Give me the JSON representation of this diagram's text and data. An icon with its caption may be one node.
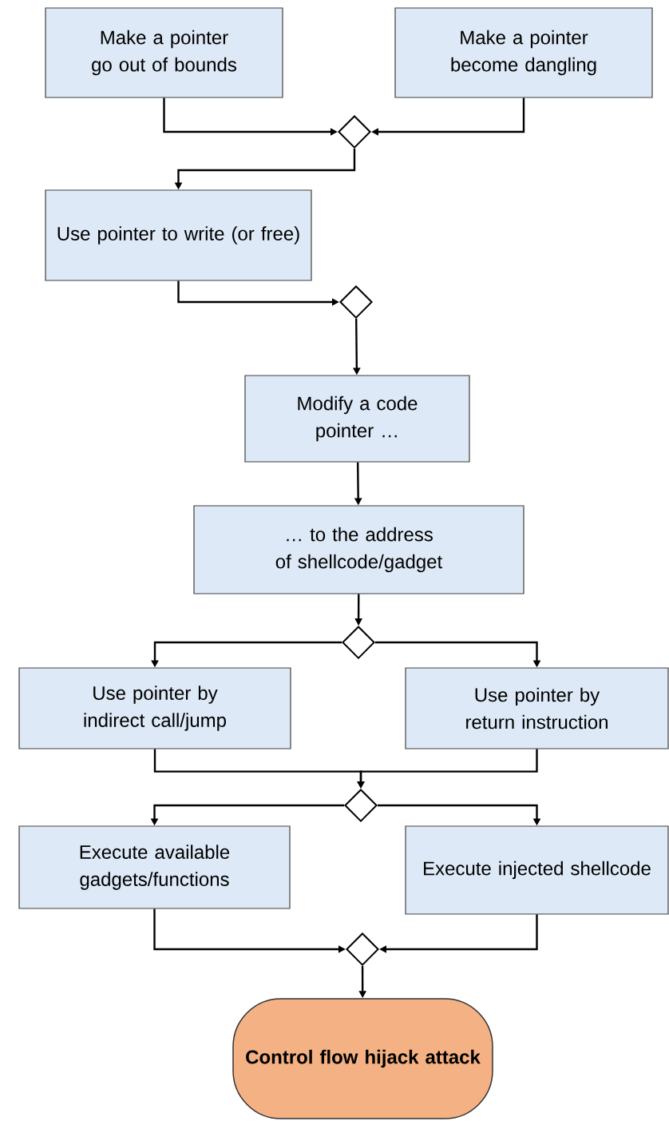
{
  "diagram": {
    "nodes": [
      {
        "text": [
          "Make a pointer go out of bounds"
        ]
      },
      {
        "text": [
          "Make a pointer become dangling"
        ]
      },
      {
        "text": [],
        "shape": "diamond"
      },
      {
        "text": [
          "Use pointer to write (or free)"
        ]
      },
      {
        "text": [],
        "shape": "diamond"
      },
      {
        "text": [
          "Modify a code pointer …"
        ]
      },
      {
        "text": [
          "… to the address of shellcode/gadget"
        ]
      },
      {
        "text": [],
        "shape": "diamond"
      },
      {
        "text": [
          "Use pointer by indirect call/jump"
        ]
      },
      {
        "text": [
          "Use pointer by return instruction"
        ]
      },
      {
        "text": [],
        "shape": "diamond"
      },
      {
        "text": [
          "Execute available gadgets/functions"
        ]
      },
      {
        "text": [
          "Execute injected shellcode"
        ]
      },
      {
        "text": [],
        "shape": "diamond"
      },
      {
        "text": [
          "Control flow hijack attack"
        ]
      }
    ],
    "edges": [
      {
        "from": 0,
        "to": 2,
        "arrow": "to"
      },
      {
        "from": 1,
        "to": 2,
        "arrow": "to"
      },
      {
        "from": 2,
        "to": 3,
        "arrow": "to"
      },
      {
        "from": 3,
        "to": 4,
        "arrow": "to"
      },
      {
        "from": 4,
        "to": 5,
        "arrow": "to"
      },
      {
        "from": 5,
        "to": 6,
        "arrow": "to"
      },
      {
        "from": 6,
        "to": 7,
        "arrow": "to"
      },
      {
        "from": 7,
        "to": 8,
        "arrow": "to"
      },
      {
        "from": 7,
        "to": 9,
        "arrow": "to"
      },
      {
        "from": 8,
        "to": 10,
        "arrow": "to"
      },
      {
        "from": 9,
        "to": 10,
        "arrow": "to"
      },
      {
        "from": 10,
        "to": 11,
        "arrow": "to"
      },
      {
        "from": 10,
        "to": 12,
        "arrow": "to"
      },
      {
        "from": 11,
        "to": 13,
        "arrow": "to"
      },
      {
        "from": 12,
        "to": 13,
        "arrow": "to"
      },
      {
        "from": 13,
        "to": 14,
        "arrow": "to"
      }
    ]
  }
}
